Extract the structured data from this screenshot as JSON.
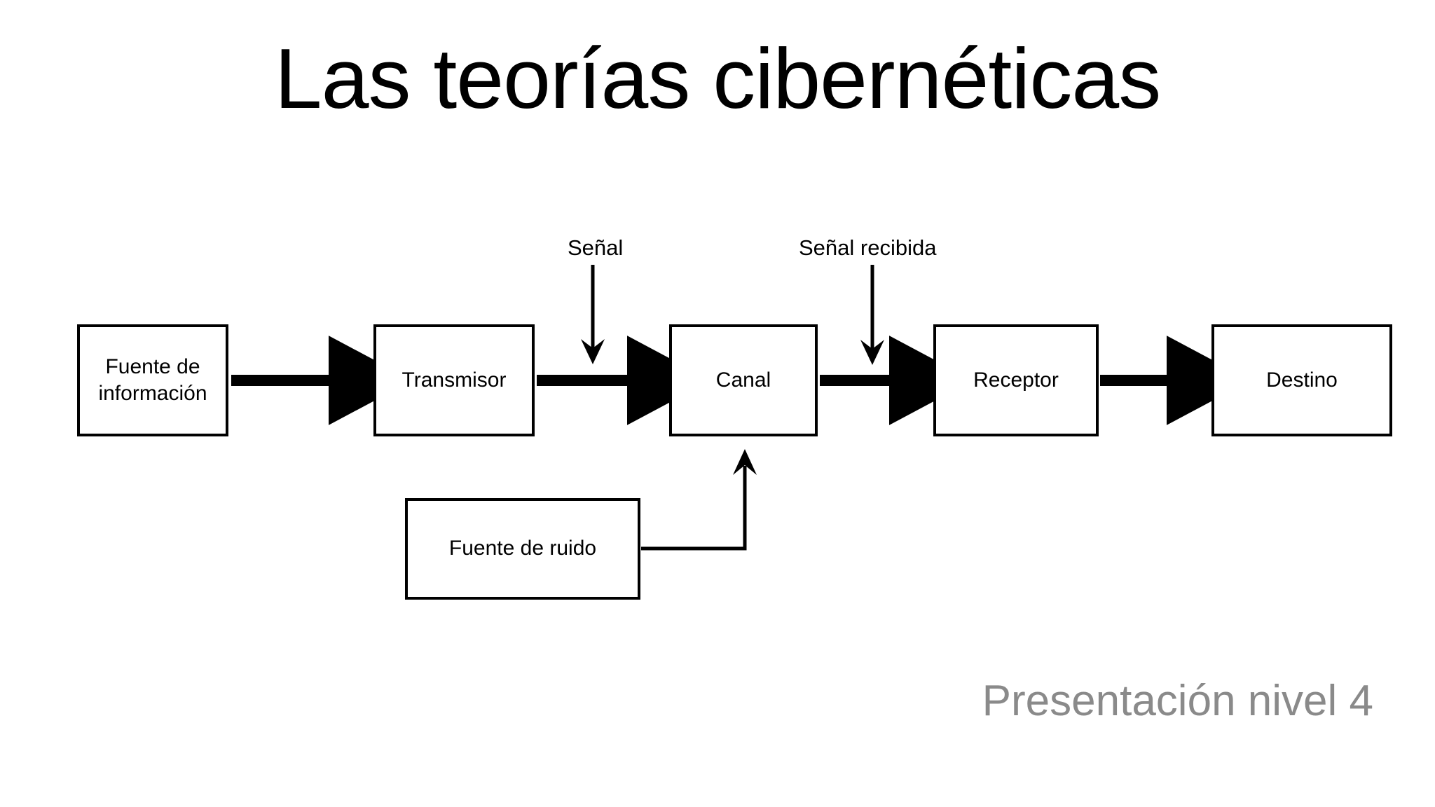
{
  "slide": {
    "title": "Las teorías cibernéticas",
    "footer": "Presentación nivel 4",
    "background_color": "#ffffff",
    "title_color": "#000000",
    "footer_color": "#8a8a8a",
    "stroke_color": "#000000"
  },
  "diagram": {
    "type": "block-flow",
    "nodes": [
      {
        "id": "fuente-informacion",
        "label": "Fuente de\ninformación"
      },
      {
        "id": "transmisor",
        "label": "Transmisor"
      },
      {
        "id": "canal",
        "label": "Canal"
      },
      {
        "id": "receptor",
        "label": "Receptor"
      },
      {
        "id": "destino",
        "label": "Destino"
      },
      {
        "id": "fuente-ruido",
        "label": "Fuente de ruido"
      }
    ],
    "edge_labels": [
      {
        "id": "senal",
        "text": "Señal"
      },
      {
        "id": "senal-recibida",
        "text": "Señal recibida"
      }
    ],
    "connections": [
      {
        "from": "fuente-informacion",
        "to": "transmisor",
        "style": "thick-arrow"
      },
      {
        "from": "transmisor",
        "to": "canal",
        "style": "thick-arrow"
      },
      {
        "from": "canal",
        "to": "receptor",
        "style": "thick-arrow"
      },
      {
        "from": "receptor",
        "to": "destino",
        "style": "thick-arrow"
      },
      {
        "from": "senal",
        "to": "canal",
        "style": "thin-down-arrow"
      },
      {
        "from": "senal-recibida",
        "to": "receptor",
        "style": "thin-down-arrow"
      },
      {
        "from": "fuente-ruido",
        "to": "canal",
        "style": "thin-elbow-arrow"
      }
    ]
  }
}
